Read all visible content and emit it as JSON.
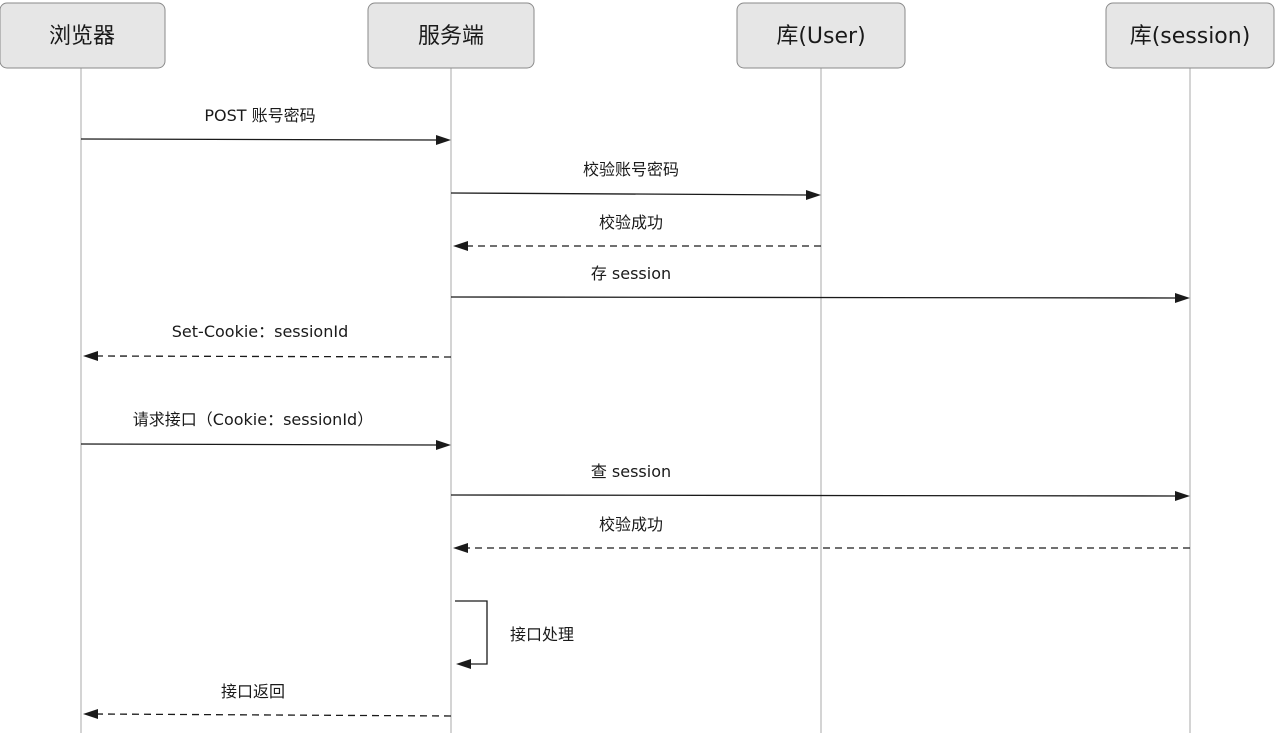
{
  "actors": [
    {
      "id": "browser",
      "label": "浏览器"
    },
    {
      "id": "server",
      "label": "服务端"
    },
    {
      "id": "user_db",
      "label": "库(User)"
    },
    {
      "id": "session_db",
      "label": "库(session)"
    }
  ],
  "messages": [
    {
      "from": "browser",
      "to": "server",
      "label": "POST 账号密码",
      "style": "solid"
    },
    {
      "from": "server",
      "to": "user_db",
      "label": "校验账号密码",
      "style": "solid"
    },
    {
      "from": "user_db",
      "to": "server",
      "label": "校验成功",
      "style": "dashed"
    },
    {
      "from": "server",
      "to": "session_db",
      "label": "存 session",
      "style": "solid"
    },
    {
      "from": "server",
      "to": "browser",
      "label": "Set-Cookie：sessionId",
      "style": "dashed"
    },
    {
      "from": "browser",
      "to": "server",
      "label": "请求接口（Cookie：sessionId）",
      "style": "solid"
    },
    {
      "from": "server",
      "to": "session_db",
      "label": "查 session",
      "style": "solid"
    },
    {
      "from": "session_db",
      "to": "server",
      "label": "校验成功",
      "style": "dashed"
    },
    {
      "from": "server",
      "to": "server",
      "label": "接口处理",
      "style": "self"
    },
    {
      "from": "server",
      "to": "browser",
      "label": "接口返回",
      "style": "dashed"
    }
  ]
}
